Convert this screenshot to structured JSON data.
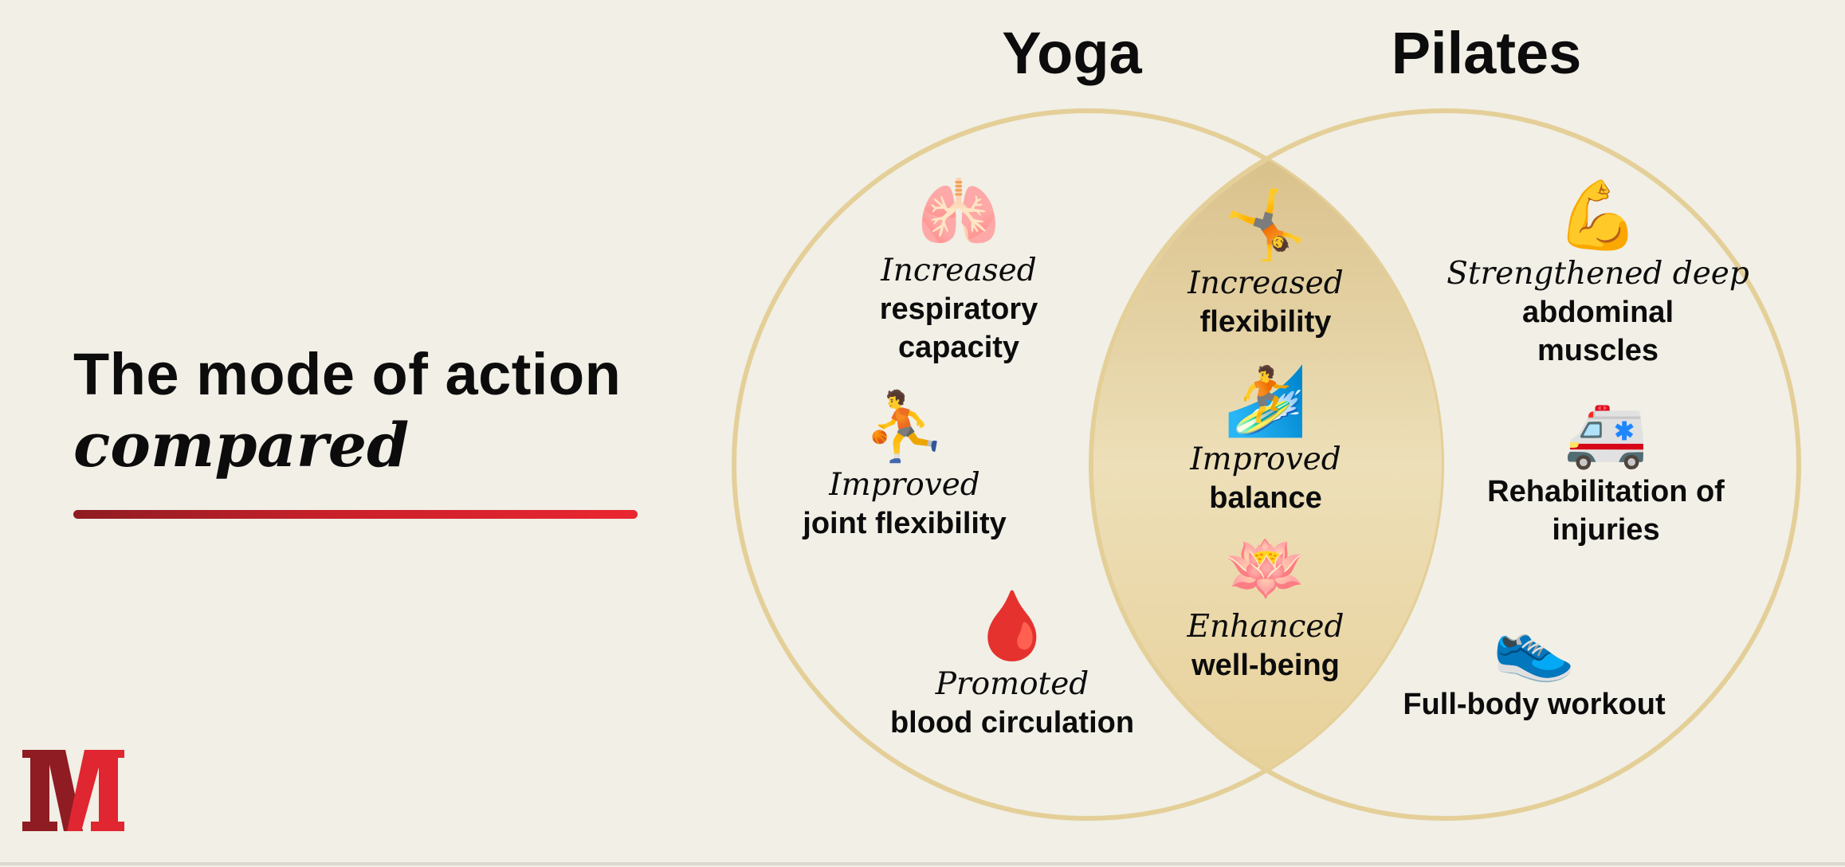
{
  "title": {
    "line1": "The mode of action",
    "line2": "compared"
  },
  "sets": {
    "yoga": "Yoga",
    "pilates": "Pilates"
  },
  "colors": {
    "background": "#f1efe6",
    "circle_stroke": "#e4cf98",
    "overlap_fill": "#d9c18a",
    "accent_red": "#e02630",
    "accent_dark_red": "#8e1c22"
  },
  "logo": {
    "letter": "M"
  },
  "yoga_only": [
    {
      "icon": "lungs-icon",
      "emoji": "🫁",
      "qualifier": "Increased",
      "main": [
        "respiratory",
        "capacity"
      ]
    },
    {
      "icon": "basketball-player-icon",
      "emoji": "⛹️",
      "qualifier": "Improved",
      "main": [
        "joint flexibility"
      ]
    },
    {
      "icon": "drop-of-blood-icon",
      "emoji": "🩸",
      "qualifier": "Promoted",
      "main": [
        "blood circulation"
      ]
    }
  ],
  "both": [
    {
      "icon": "cartwheel-icon",
      "emoji": "🤸",
      "qualifier": "Increased",
      "main": [
        "flexibility"
      ]
    },
    {
      "icon": "surfer-icon",
      "emoji": "🏄",
      "qualifier": "Improved",
      "main": [
        "balance"
      ]
    },
    {
      "icon": "lotus-icon",
      "emoji": "🪷",
      "qualifier": "Enhanced",
      "main": [
        "well-being"
      ]
    }
  ],
  "pilates_only": [
    {
      "icon": "flexed-biceps-icon",
      "emoji": "💪",
      "qualifier": "Strengthened deep",
      "main": [
        "abdominal",
        "muscles"
      ]
    },
    {
      "icon": "ambulance-icon",
      "emoji": "🚑",
      "qualifier": "",
      "main": [
        "Rehabilitation of",
        "injuries"
      ]
    },
    {
      "icon": "running-shoe-icon",
      "emoji": "👟",
      "qualifier": "",
      "main": [
        "Full-body workout"
      ]
    }
  ]
}
